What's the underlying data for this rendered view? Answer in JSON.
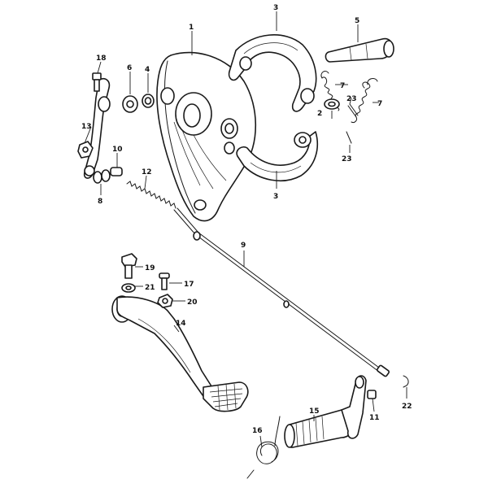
{
  "callouts": {
    "c1": "1",
    "c2": "2",
    "c3a": "3",
    "c3b": "3",
    "c4": "4",
    "c5": "5",
    "c6": "6",
    "c7a": "7",
    "c7b": "7",
    "c8": "8",
    "c9": "9",
    "c10": "10",
    "c11": "11",
    "c12": "12",
    "c13": "13",
    "c14": "14",
    "c15": "15",
    "c16": "16",
    "c17": "17",
    "c18": "18",
    "c19": "19",
    "c20": "20",
    "c21": "21",
    "c22": "22",
    "c23a": "23",
    "c23b": "23"
  }
}
